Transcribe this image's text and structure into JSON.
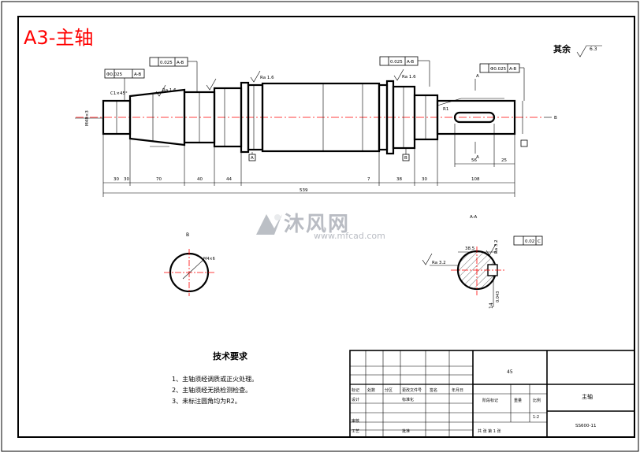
{
  "title": "A3-主轴",
  "watermark": {
    "brand": "沐风网",
    "url": "www.mfcad.com"
  },
  "surface_note": {
    "label": "其余",
    "value": "6.3"
  },
  "dims": {
    "total": "539",
    "segs": [
      "30",
      "30",
      "70",
      "40",
      "44",
      "7",
      "38",
      "30",
      "108"
    ],
    "key_len": "56",
    "key_pos": "25",
    "ra": "Ra 1.6",
    "ra32": "Ra 3.2",
    "runout1": "0.025",
    "runout2": "0.025",
    "conc1": "Φ0.025",
    "conc2": "Φ0.025",
    "datum_ab": "A-B",
    "datum_a": "A",
    "datum_b": "B",
    "d_left": "M48×3",
    "chamfer": "C1×45°",
    "r": "R1"
  },
  "views": {
    "b_label": "B",
    "b_note": "M4×6",
    "aa_label": "A-A",
    "aa_w": "38.5",
    "aa_tol": "0.02",
    "aa_c": "C",
    "aa_key": "14",
    "aa_keytol": "0.043"
  },
  "tech": {
    "title": "技术要求",
    "items": [
      "1、主轴须经调质或正火处理。",
      "2、主轴须经无损检测检查。",
      "3、未标注圆角均为R2。"
    ]
  },
  "title_block": {
    "material": "45",
    "part_name": "主轴",
    "drawing_no": "SS600-11",
    "scale": "1:2",
    "sheets": "共  张    第 1 张",
    "row_labels": [
      "标记",
      "处数",
      "分区",
      "更改文件号",
      "签名",
      "年月日"
    ],
    "design": "设计",
    "standard": "标准化",
    "review": "审核",
    "process": "工艺",
    "approve": "批准",
    "stage_mark": "阶段标记",
    "weight": "重量",
    "ratio": "比例"
  }
}
